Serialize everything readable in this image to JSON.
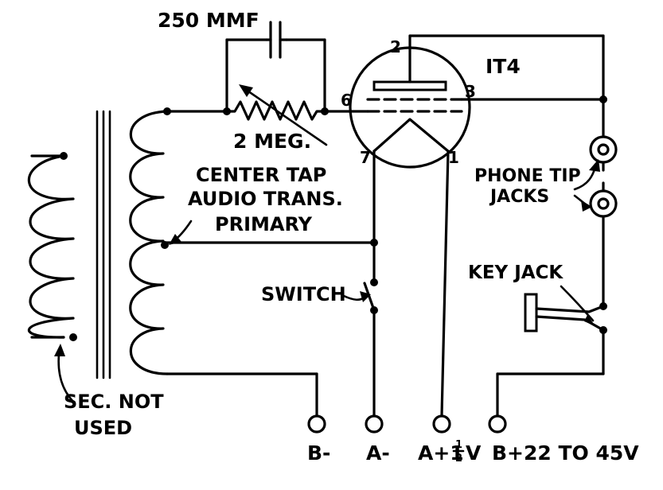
{
  "labels": {
    "capacitor": "250 MMF",
    "resistor": "2 MEG.",
    "tube": "IT4",
    "center_tap": [
      "CENTER TAP",
      "AUDIO TRANS.",
      "PRIMARY"
    ],
    "secondary": [
      "SEC. NOT",
      "USED"
    ],
    "switch": "SWITCH",
    "phone": [
      "PHONE TIP",
      "JACKS"
    ],
    "key_jack": "KEY JACK"
  },
  "pins": {
    "p2": "2",
    "p3": "3",
    "p6": "6",
    "p7": "7",
    "p1": "1"
  },
  "terminals": {
    "b_minus": "B-",
    "a_minus": "A-",
    "a_plus_prefix": "A+1",
    "a_plus_num": "1",
    "a_plus_den": "2",
    "a_plus_suffix": "V",
    "b_plus": "B+22 TO 45V"
  }
}
